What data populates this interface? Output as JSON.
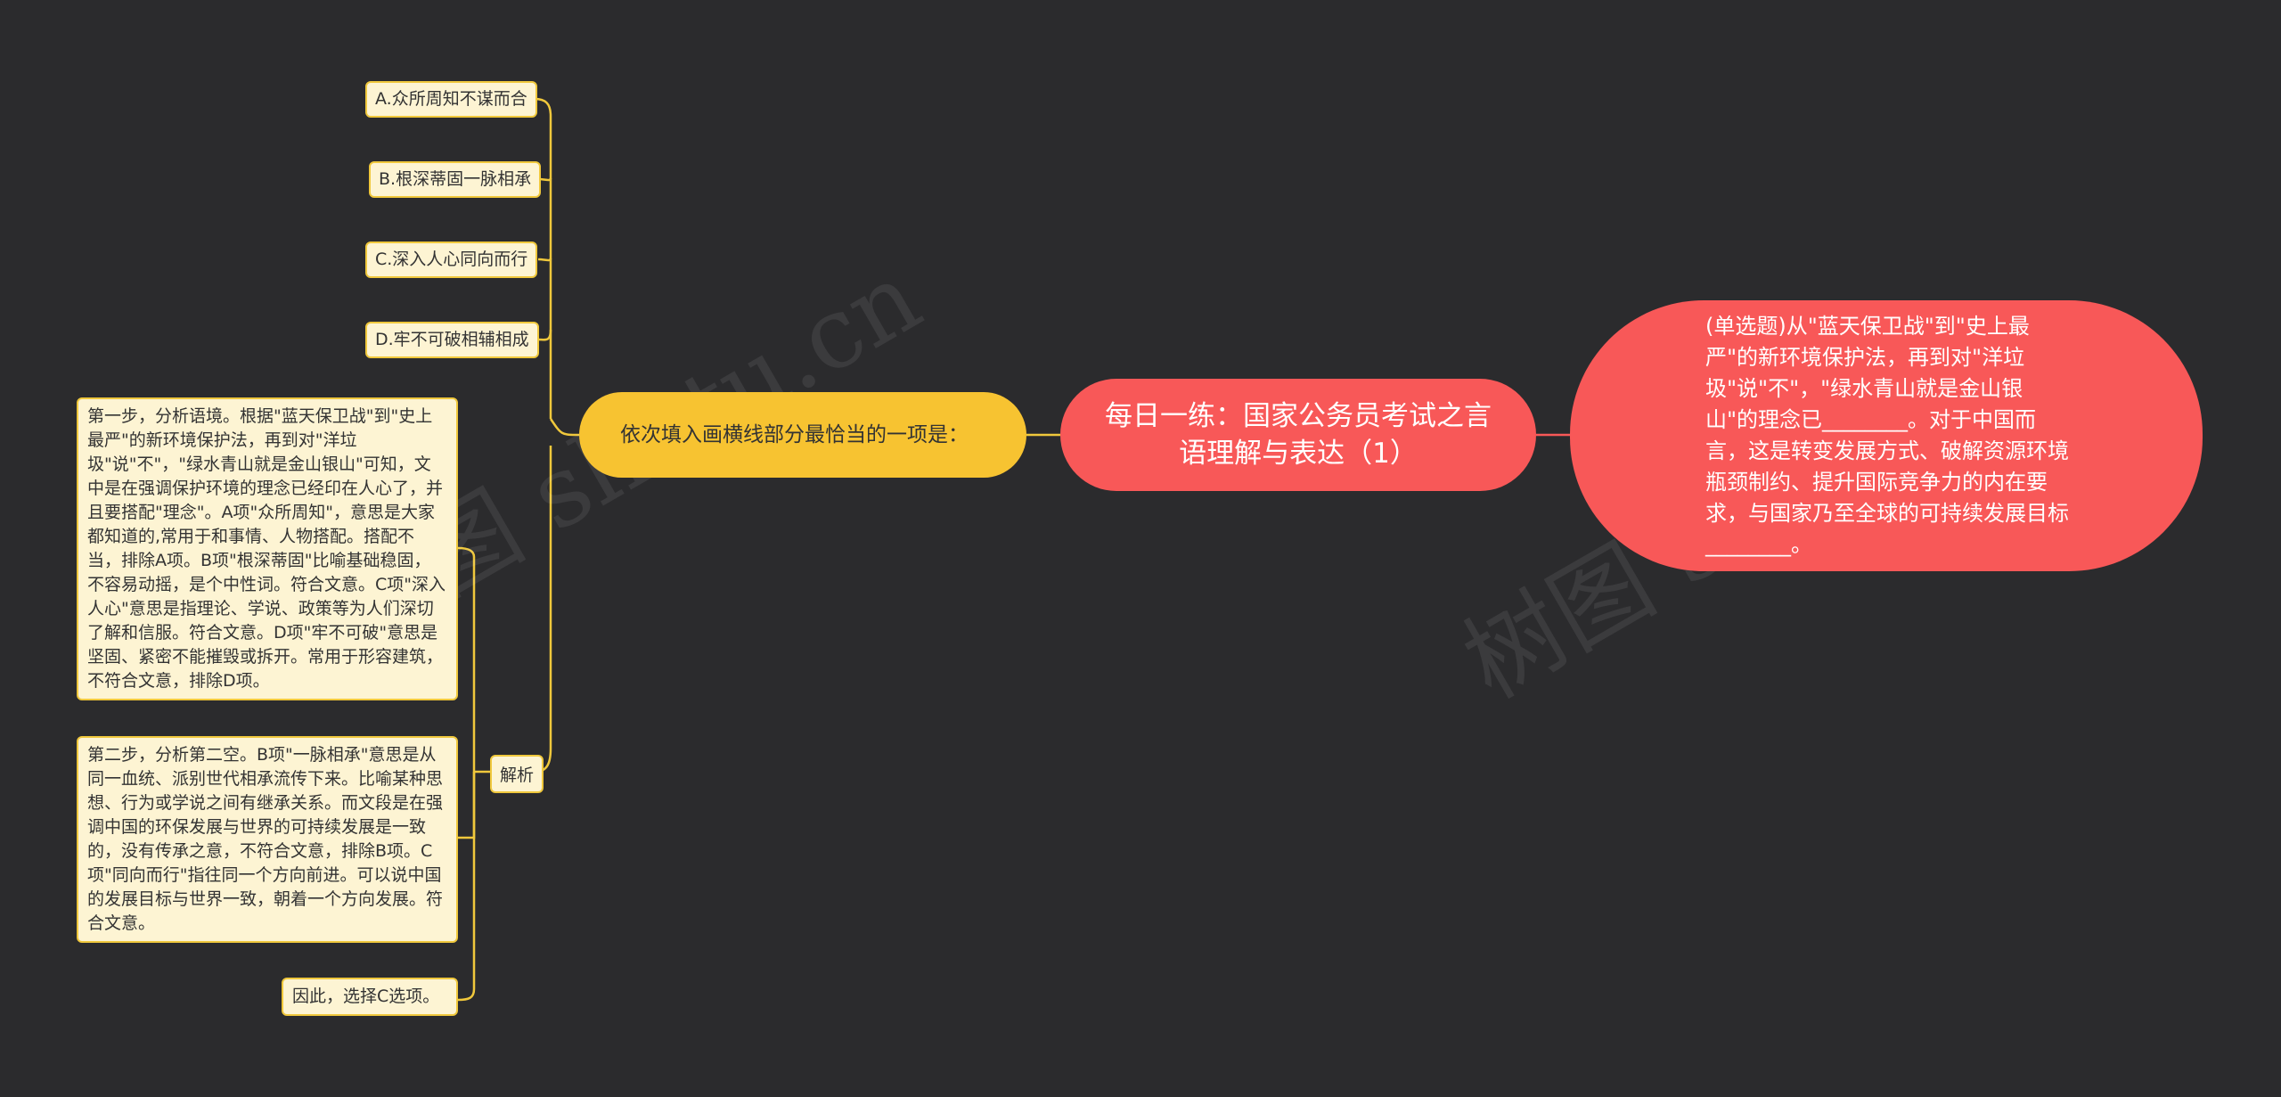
{
  "colors": {
    "background": "#2b2b2d",
    "root": "#f85858",
    "question": "#f7c331",
    "leaf_fill": "#fdf4d3",
    "leaf_border": "#f0c83c",
    "connector": "#f0c83c"
  },
  "root": {
    "title": "每日一练：国家公务员考试之言语理解与表达（1）"
  },
  "stem": {
    "text": "(单选题)从\"蓝天保卫战\"到\"史上最严\"的新环境保护法，再到对\"洋垃圾\"说\"不\"，\"绿水青山就是金山银山\"的理念已________。对于中国而言，这是转变发展方式、破解资源环境瓶颈制约、提升国际竞争力的内在要求，与国家乃至全球的可持续发展目标________。"
  },
  "question": {
    "text": "依次填入画横线部分最恰当的一项是："
  },
  "options": [
    {
      "label": "A.众所周知不谋而合"
    },
    {
      "label": "B.根深蒂固一脉相承"
    },
    {
      "label": "C.深入人心同向而行"
    },
    {
      "label": "D.牢不可破相辅相成"
    }
  ],
  "analysis": {
    "label": "解析",
    "notes": [
      "第一步，分析语境。根据\"蓝天保卫战\"到\"史上最严\"的新环境保护法，再到对\"洋垃圾\"说\"不\"，\"绿水青山就是金山银山\"可知，文中是在强调保护环境的理念已经印在人心了，并且要搭配\"理念\"。A项\"众所周知\"，意思是大家都知道的,常用于和事情、人物搭配。搭配不当，排除A项。B项\"根深蒂固\"比喻基础稳固，不容易动摇，是个中性词。符合文意。C项\"深入人心\"意思是指理论、学说、政策等为人们深切了解和信服。符合文意。D项\"牢不可破\"意思是坚固、紧密不能摧毁或拆开。常用于形容建筑，不符合文意，排除D项。",
      "第二步，分析第二空。B项\"一脉相承\"意思是从同一血统、派别世代相承流传下来。比喻某种思想、行为或学说之间有继承关系。而文段是在强调中国的环保发展与世界的可持续发展是一致的，没有传承之意，不符合文意，排除B项。C项\"同向而行\"指往同一个方向前进。可以说中国的发展目标与世界一致，朝着一个方向发展。符合文意。",
      "因此，选择C选项。"
    ]
  }
}
